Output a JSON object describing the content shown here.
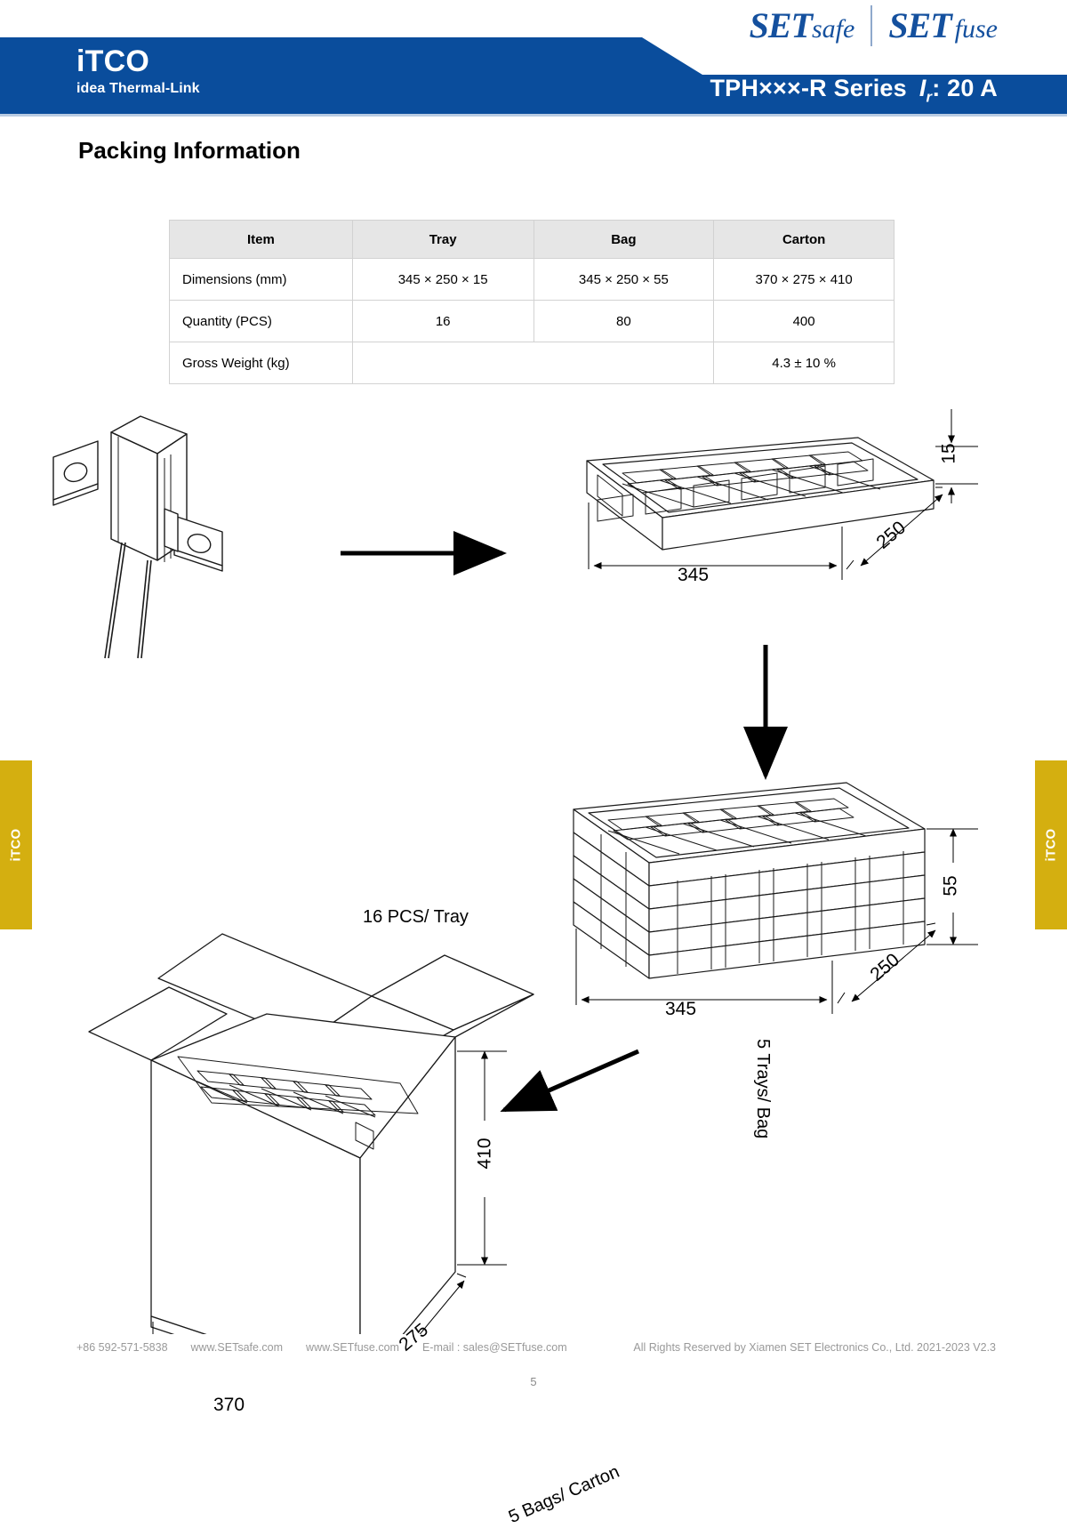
{
  "header": {
    "product_title": "iTCO",
    "product_subtitle": "idea Thermal-Link",
    "series_prefix": "TPH×××-R Series",
    "rating_label": "I",
    "rating_sub": "r",
    "rating_value": ": 20 A",
    "brand_safe_strong": "SET",
    "brand_safe_light": "safe",
    "brand_fuse_strong": "SET",
    "brand_fuse_light": "fuse",
    "accent_blue": "#0a4d9c"
  },
  "page": {
    "section_title": "Packing Information",
    "side_tab_label": "iTCO",
    "side_tab_color": "#d4af10",
    "page_number": "5"
  },
  "table": {
    "columns": [
      "Item",
      "Tray",
      "Bag",
      "Carton"
    ],
    "rows": [
      {
        "item": "Dimensions (mm)",
        "tray": "345 × 250 × 15",
        "bag": "345 × 250 × 55",
        "carton": "370 × 275 × 410"
      },
      {
        "item": "Quantity (PCS)",
        "tray": "16",
        "bag": "80",
        "carton": "400"
      },
      {
        "item": "Gross Weight (kg)",
        "tray": "",
        "bag": "",
        "carton": "4.3 ± 10 %"
      }
    ]
  },
  "diagram": {
    "flow_tray": "16 PCS/ Tray",
    "flow_bag": "5 Trays/ Bag",
    "flow_carton": "5 Bags/ Carton",
    "tray_dims": {
      "length": "345",
      "width": "250",
      "height": "15"
    },
    "bag_dims": {
      "length": "345",
      "width": "250",
      "height": "55"
    },
    "carton_dims": {
      "length": "370",
      "width": "275",
      "height": "410"
    }
  },
  "footer": {
    "phone": "+86 592-571-5838",
    "site_safe": "www.SETsafe.com",
    "site_fuse": "www.SETfuse.com",
    "email": "E-mail : sales@SETfuse.com",
    "copyright": "All Rights Reserved by Xiamen SET Electronics Co., Ltd. 2021-2023 V2.3"
  }
}
